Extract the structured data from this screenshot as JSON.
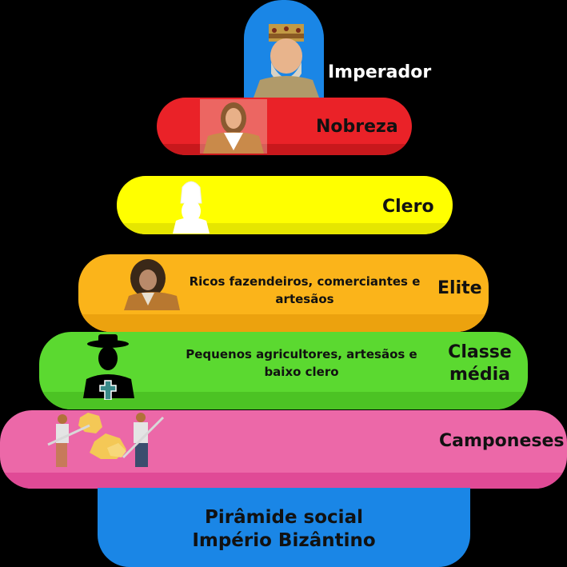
{
  "title": {
    "line1": "Pirâmide social",
    "line2": "Império Bizântino"
  },
  "levels": {
    "imperador": {
      "label": "Imperador",
      "color": "#1e88e5",
      "icon": "emperor-portrait-icon"
    },
    "nobreza": {
      "label": "Nobreza",
      "color": "#e8232a",
      "icon": "noble-portrait-icon"
    },
    "clero": {
      "label": "Clero",
      "color": "#ffff00",
      "icon": "bishop-icon"
    },
    "elite": {
      "label": "Elite",
      "description": "Ricos fazendeiros, comerciantes e artesãos",
      "color": "#f9b31b",
      "icon": "merchant-portrait-icon"
    },
    "classe_media": {
      "label": "Classe média",
      "description": "Pequenos agricultores, artesãos e baixo clero",
      "color": "#5dd832",
      "icon": "priest-icon"
    },
    "camponeses": {
      "label": "Camponeses",
      "color": "#ec68a8",
      "icon": "farmers-icon"
    }
  }
}
